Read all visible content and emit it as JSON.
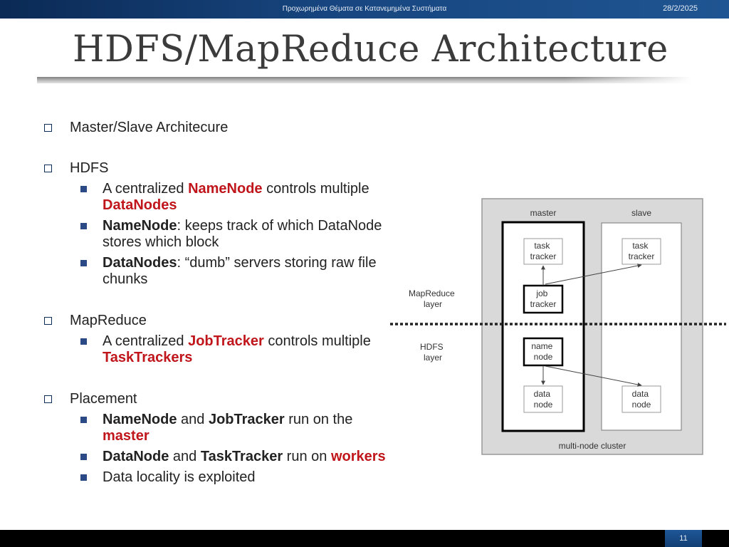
{
  "header": {
    "course": "Προχωρημένα Θέματα σε Κατανεμημένα Συστήματα",
    "date": "28/2/2025"
  },
  "title": "HDFS/MapReduce Architecture",
  "bullets": {
    "master_slave": "Master/Slave Architecure",
    "hdfs": "HDFS",
    "hdfs_1": {
      "a": "A centralized ",
      "b": "NameNode",
      "c": " controls multiple ",
      "d": "DataNodes"
    },
    "hdfs_2": {
      "a": "NameNode",
      "b": ": keeps track of which DataNode stores which block"
    },
    "hdfs_3": {
      "a": "DataNodes",
      "b": ": “dumb” servers storing raw file chunks"
    },
    "mapreduce": "MapReduce",
    "mr_1": {
      "a": "A centralized ",
      "b": "JobTracker",
      "c": " controls multiple ",
      "d": "TaskTrackers"
    },
    "placement": "Placement",
    "pl_1": {
      "a": "NameNode",
      "b": " and ",
      "c": "JobTracker",
      "d": " run on the ",
      "e": "master"
    },
    "pl_2": {
      "a": "DataNode",
      "b": " and ",
      "c": "TaskTracker",
      "d": " run on ",
      "e": "workers"
    },
    "pl_3": "Data locality is exploited"
  },
  "diagram": {
    "master_label": "master",
    "slave_label": "slave",
    "cluster_label": "multi-node cluster",
    "mapreduce_layer": [
      "MapReduce",
      "layer"
    ],
    "hdfs_layer": [
      "HDFS",
      "layer"
    ],
    "master_task_tracker": [
      "task",
      "tracker"
    ],
    "slave_task_tracker": [
      "task",
      "tracker"
    ],
    "job_tracker": [
      "job",
      "tracker"
    ],
    "name_node": [
      "name",
      "node"
    ],
    "master_data_node": [
      "data",
      "node"
    ],
    "slave_data_node": [
      "data",
      "node"
    ]
  },
  "footer": {
    "page": "11"
  }
}
